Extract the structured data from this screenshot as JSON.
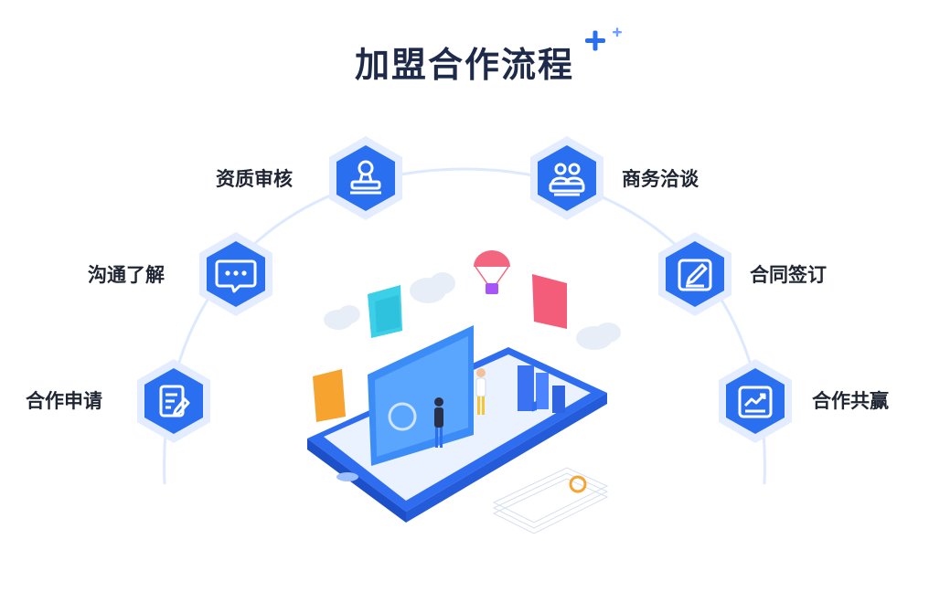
{
  "title": "加盟合作流程",
  "colors": {
    "accent": "#2a6ff0",
    "hex_outer": "#dbe8ff",
    "arc": "#d6e6ff",
    "title": "#1e2a4a"
  },
  "steps": [
    {
      "label": "合作申请",
      "icon": "form-edit-icon"
    },
    {
      "label": "沟通了解",
      "icon": "chat-bubble-icon"
    },
    {
      "label": "资质审核",
      "icon": "stamp-icon"
    },
    {
      "label": "商务洽谈",
      "icon": "meeting-icon"
    },
    {
      "label": "合同签订",
      "icon": "sign-pen-icon"
    },
    {
      "label": "合作共赢",
      "icon": "growth-chart-icon"
    }
  ]
}
